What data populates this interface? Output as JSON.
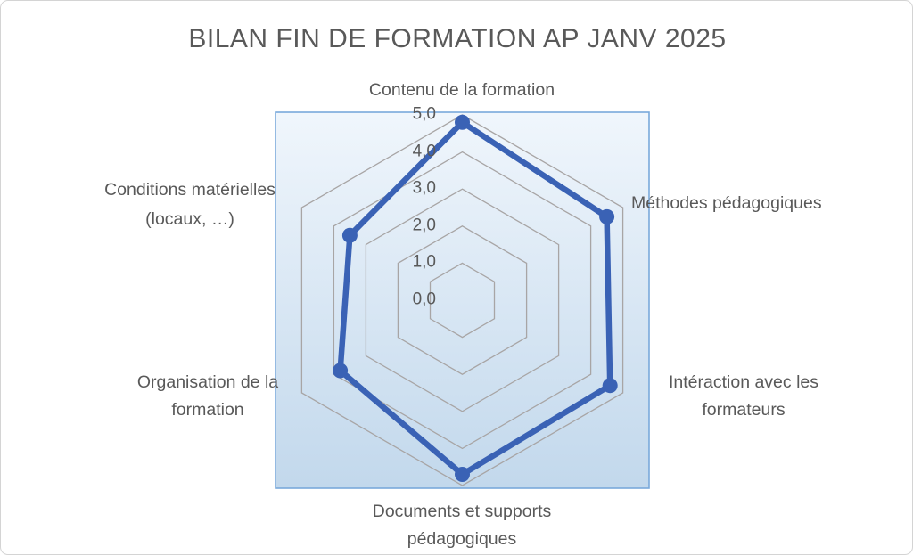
{
  "chart_data": {
    "type": "radar",
    "title": "BILAN FIN DE FORMATION AP JANV 2025",
    "categories": [
      "Contenu de la formation",
      "Méthodes pédagogiques",
      "Intéraction avec les formateurs",
      "Documents et supports pédagogiques",
      "Organisation de la formation",
      "Conditions matérielles (locaux, …)"
    ],
    "series": [
      {
        "name": "Bilan fin de formation",
        "values": [
          4.8,
          4.5,
          4.6,
          4.7,
          3.8,
          3.5
        ]
      }
    ],
    "ticks": [
      {
        "label": "5,0",
        "value": 5.0
      },
      {
        "label": "4,0",
        "value": 4.0
      },
      {
        "label": "3,0",
        "value": 3.0
      },
      {
        "label": "2,0",
        "value": 2.0
      },
      {
        "label": "1,0",
        "value": 1.0
      },
      {
        "label": "0,0",
        "value": 0.0
      }
    ],
    "axis_range": [
      0,
      5
    ],
    "grid": "concentric-hexagons",
    "legend": "none"
  },
  "colors": {
    "series_line": "#3A62B5",
    "grid_line": "#A8A5A5",
    "plot_border": "#79A9DB",
    "plot_bg_top": "#F0F6FC",
    "plot_bg_bottom": "#C2D8EC",
    "text": "#595959"
  }
}
